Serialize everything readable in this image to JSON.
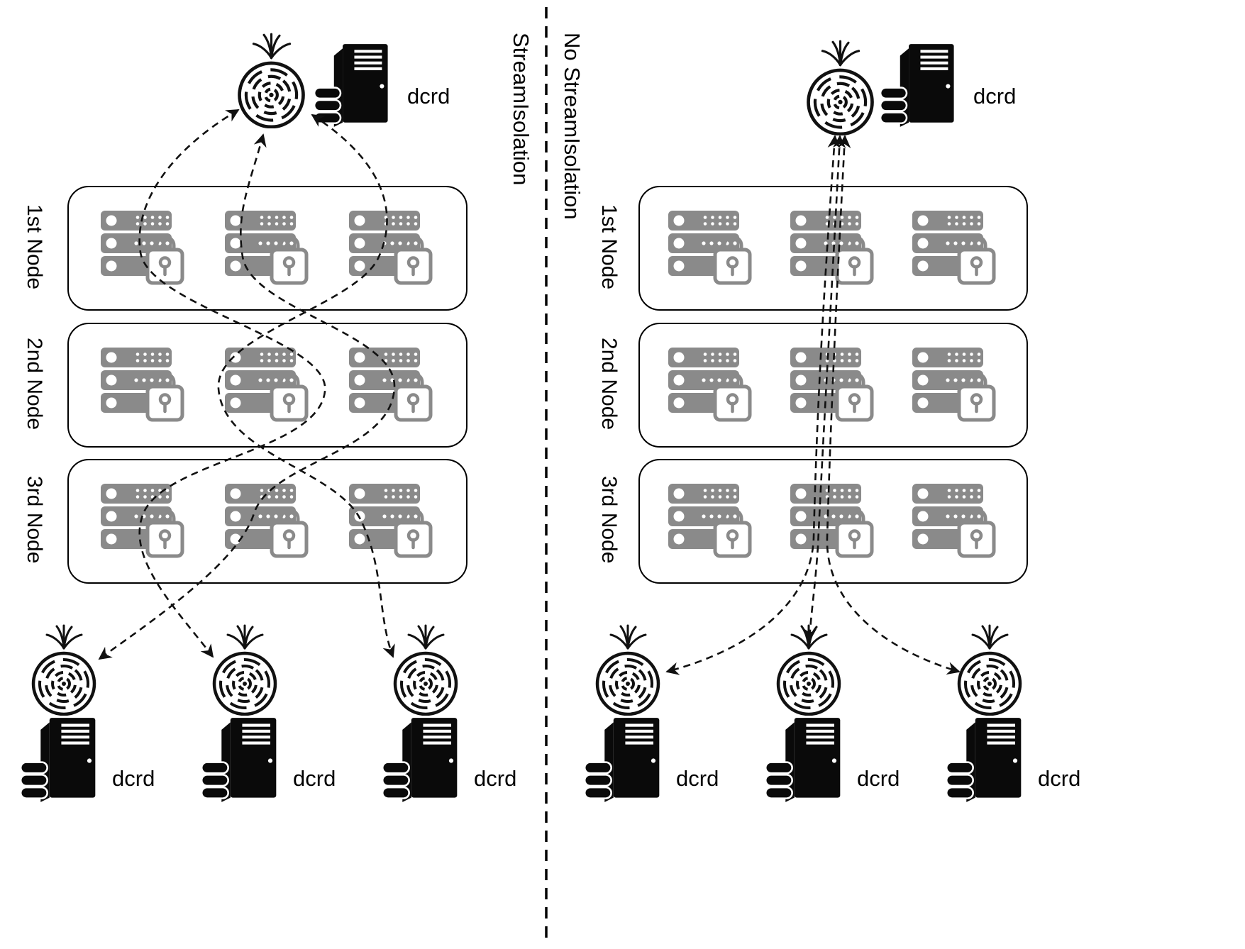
{
  "panels": {
    "left": {
      "mode_label": "StreamIsolation",
      "top_client": {
        "label": "dcrd"
      },
      "nodes": [
        {
          "label": "1st Node"
        },
        {
          "label": "2nd Node"
        },
        {
          "label": "3rd Node"
        }
      ],
      "bottom_clients": [
        {
          "label": "dcrd"
        },
        {
          "label": "dcrd"
        },
        {
          "label": "dcrd"
        }
      ]
    },
    "right": {
      "mode_label": "No StreamIsolation",
      "top_client": {
        "label": "dcrd"
      },
      "nodes": [
        {
          "label": "1st Node"
        },
        {
          "label": "2nd Node"
        },
        {
          "label": "3rd Node"
        }
      ],
      "bottom_clients": [
        {
          "label": "dcrd"
        },
        {
          "label": "dcrd"
        },
        {
          "label": "dcrd"
        }
      ]
    }
  },
  "icons": {
    "onion": "tor-onion-icon",
    "relay_server": "relay-server-rack-icon",
    "lock": "padlock-icon",
    "client_server": "dcrd-server-tower-icon",
    "database": "database-stack-icon"
  },
  "colors": {
    "relay_gray": "#8a8a8a",
    "ink": "#111111",
    "background": "#ffffff"
  }
}
